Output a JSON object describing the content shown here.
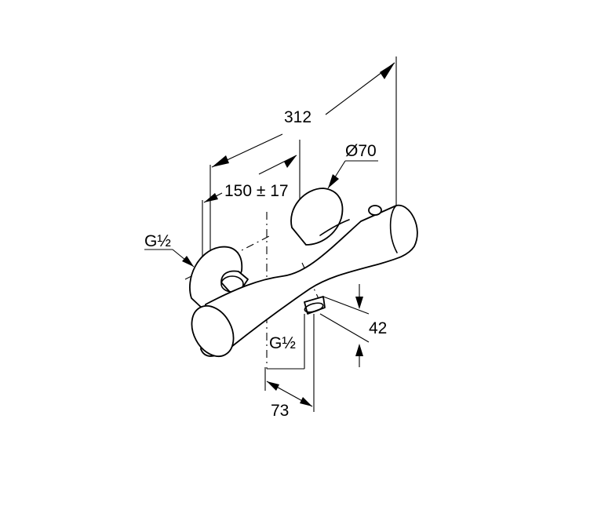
{
  "dimensions": {
    "overall_length": "312",
    "centre_distance": "150 ± 17",
    "rosette_diameter": "Ø70",
    "inlet_thread": "G½",
    "outlet_thread": "G½",
    "outlet_height": "42",
    "outlet_offset": "73"
  }
}
